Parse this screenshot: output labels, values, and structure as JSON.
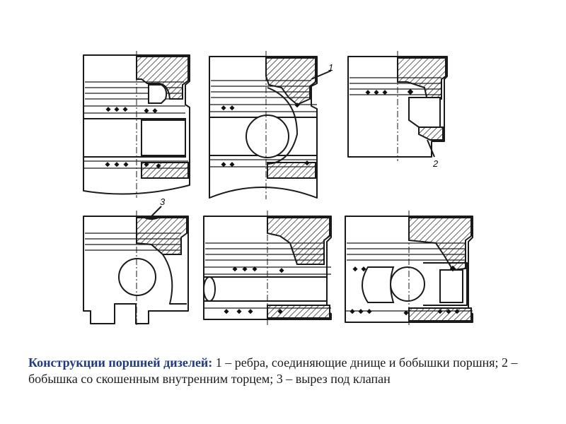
{
  "caption": {
    "lead": "Конструкции поршней дизелей:",
    "text": " 1 – ребра, соединяющие днище и бобышки поршня; 2 – бобышка со скошенным внутренним торцем; 3 – вырез под клапан"
  },
  "callouts": {
    "one": "1",
    "two": "2",
    "three": "3"
  }
}
